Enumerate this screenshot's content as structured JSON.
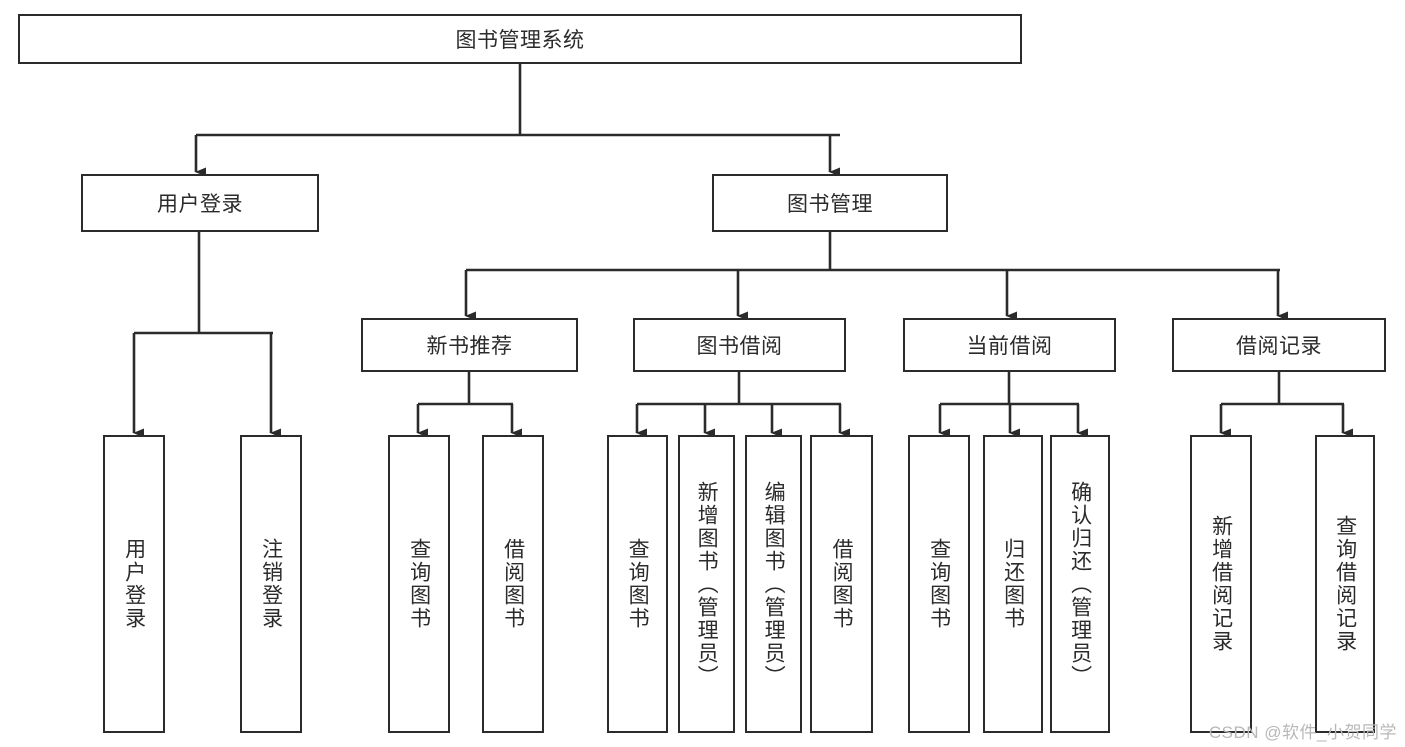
{
  "diagram": {
    "type": "tree-hierarchy",
    "title": "图书管理系统",
    "stroke_color": "#2b2b2b",
    "fill_color": "#ffffff",
    "background": "#ffffff",
    "nodes": {
      "root": {
        "label": "图书管理系统",
        "level": 0
      },
      "l1": [
        {
          "id": "user_login",
          "label": "用户登录"
        },
        {
          "id": "book_manage",
          "label": "图书管理"
        }
      ],
      "l2": [
        {
          "id": "new_book_rec",
          "label": "新书推荐",
          "parent": "book_manage"
        },
        {
          "id": "book_borrow",
          "label": "图书借阅",
          "parent": "book_manage"
        },
        {
          "id": "current_borrow",
          "label": "当前借阅",
          "parent": "book_manage"
        },
        {
          "id": "borrow_record",
          "label": "借阅记录",
          "parent": "book_manage"
        }
      ],
      "leaves": [
        {
          "id": "leaf_user_login",
          "label": "用户登录",
          "parent": "user_login"
        },
        {
          "id": "leaf_user_logout",
          "label": "注销登录",
          "parent": "user_login"
        },
        {
          "id": "leaf_query_book_1",
          "label": "查询图书",
          "parent": "new_book_rec"
        },
        {
          "id": "leaf_borrow_book_1",
          "label": "借阅图书",
          "parent": "new_book_rec"
        },
        {
          "id": "leaf_query_book_2",
          "label": "查询图书",
          "parent": "book_borrow"
        },
        {
          "id": "leaf_add_book",
          "label": "新增图书（管理员）",
          "parent": "book_borrow"
        },
        {
          "id": "leaf_edit_book",
          "label": "编辑图书（管理员）",
          "parent": "book_borrow"
        },
        {
          "id": "leaf_borrow_book_2",
          "label": "借阅图书",
          "parent": "book_borrow"
        },
        {
          "id": "leaf_query_book_3",
          "label": "查询图书",
          "parent": "current_borrow"
        },
        {
          "id": "leaf_return_book",
          "label": "归还图书",
          "parent": "current_borrow"
        },
        {
          "id": "leaf_confirm_return",
          "label": "确认归还（管理员）",
          "parent": "current_borrow"
        },
        {
          "id": "leaf_add_record",
          "label": "新增借阅记录",
          "parent": "borrow_record"
        },
        {
          "id": "leaf_query_record",
          "label": "查询借阅记录",
          "parent": "borrow_record"
        }
      ]
    },
    "watermark": "CSDN @软件_小贺同学"
  }
}
